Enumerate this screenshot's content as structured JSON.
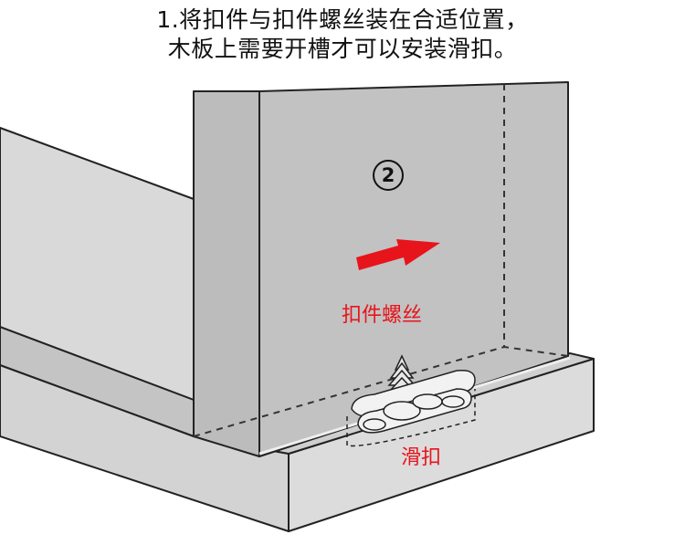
{
  "caption": {
    "line1": "1.将扣件与扣件螺丝装在合适位置，",
    "line2": "木板上需要开槽才可以安装滑扣。"
  },
  "step_number": "2",
  "labels": {
    "screw": "扣件螺丝",
    "slide_clip": "滑扣"
  },
  "colors": {
    "label_red": "#e8141b",
    "arrow_red": "#e8141b",
    "panel_gray": "#bdbdbd",
    "board_gray": "#d6d6d6",
    "outline": "#222222",
    "caption_text": "#111111"
  },
  "icons": {
    "arrow": "arrow-right-icon",
    "screw": "screw-icon",
    "clip": "slide-clip-icon"
  }
}
